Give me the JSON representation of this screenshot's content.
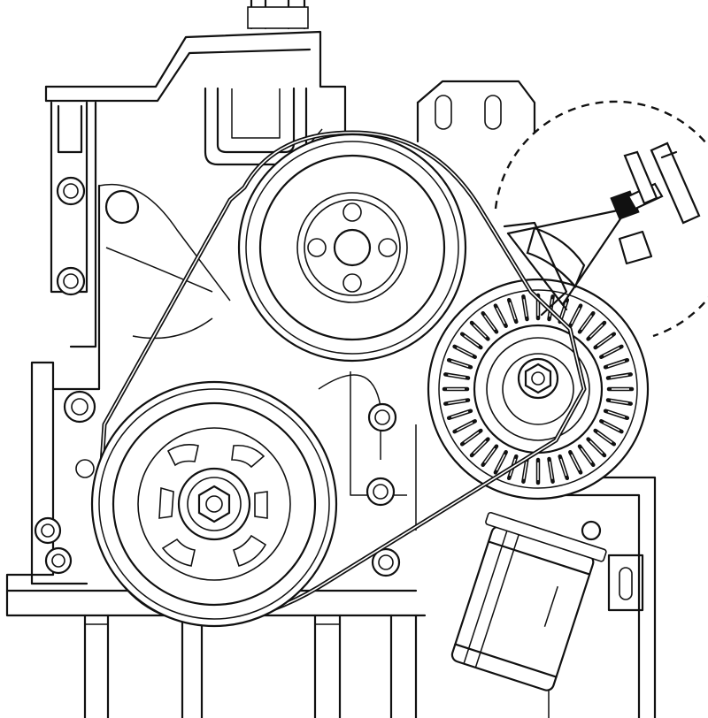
{
  "figure": {
    "title": "",
    "components": [
      "engine-block",
      "water-pump-pulley",
      "crankshaft-pulley",
      "alternator",
      "drive-belt",
      "oil-filter",
      "belt-tension-gauge",
      "detail-circle"
    ]
  }
}
